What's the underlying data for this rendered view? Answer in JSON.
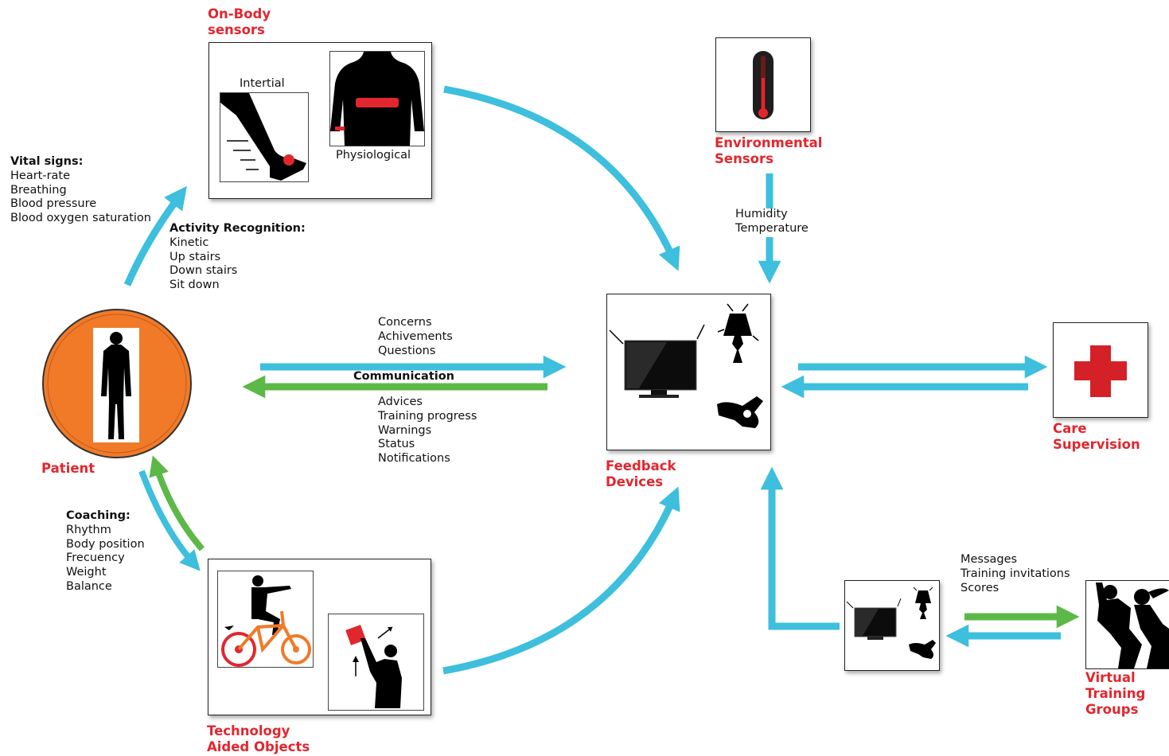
{
  "nodes": {
    "on_body": "On-Body\nsensors",
    "environmental": "Environmental\nSensors",
    "patient": "Patient",
    "feedback": "Feedback\nDevices",
    "care": "Care\nSupervision",
    "technology": "Technology\nAided Objects",
    "virtual": "Virtual\nTraining\nGroups"
  },
  "sublabels": {
    "inertial": "Intertial",
    "physiological": "Physiological"
  },
  "vital_signs": {
    "title": "Vital signs:",
    "items": [
      "Heart-rate",
      "Breathing",
      "Blood pressure",
      "Blood oxygen saturation"
    ]
  },
  "activity": {
    "title": "Activity Recognition:",
    "items": [
      "Kinetic",
      "Up stairs",
      "Down stairs",
      "Sit down"
    ]
  },
  "env_items": [
    "Humidity",
    "Temperature"
  ],
  "comm": {
    "top_items": [
      "Concerns",
      "Achivements",
      "Questions"
    ],
    "label": "Communication",
    "bottom_items": [
      "Advices",
      "Training progress",
      "Warnings",
      "Status",
      "Notifications"
    ]
  },
  "coaching": {
    "title": "Coaching:",
    "items": [
      "Rhythm",
      "Body position",
      "Frecuency",
      "Weight",
      "Balance"
    ]
  },
  "virtual_items": [
    "Messages",
    "Training invitations",
    "Scores"
  ],
  "colors": {
    "cyan": "#3dbfdd",
    "green": "#5cb947",
    "red": "#e2262e",
    "orange": "#f07a28"
  }
}
